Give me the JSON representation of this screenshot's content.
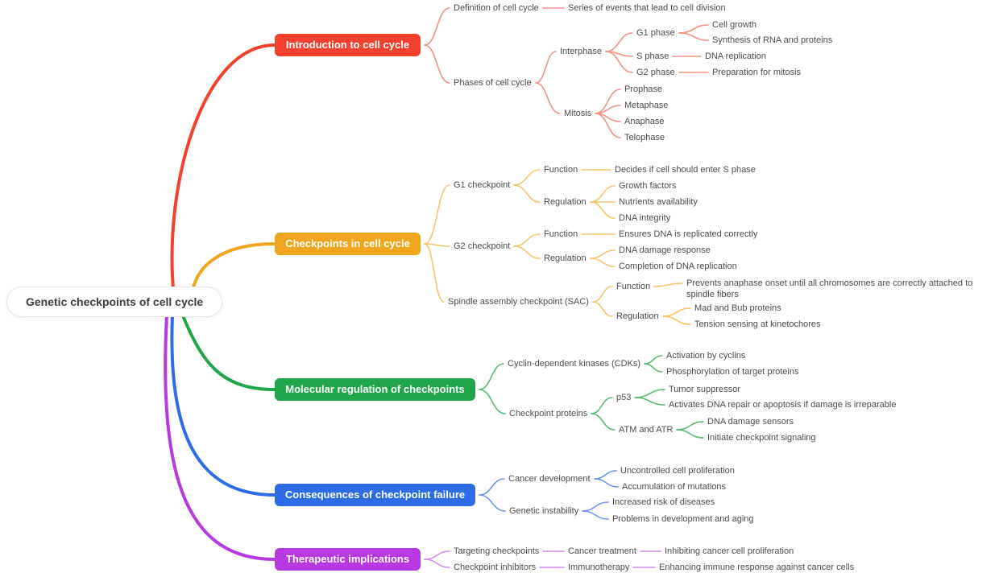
{
  "root": {
    "label": "Genetic checkpoints of cell cycle"
  },
  "branches": [
    {
      "label": "Introduction to cell cycle",
      "color": "#f3412e",
      "line": "#f29184",
      "children": [
        {
          "label": "Definition of cell cycle",
          "children": [
            {
              "label": "Series of events that lead to cell division"
            }
          ]
        },
        {
          "label": "Phases of cell cycle",
          "children": [
            {
              "label": "Interphase",
              "children": [
                {
                  "label": "G1 phase",
                  "children": [
                    {
                      "label": "Cell growth"
                    },
                    {
                      "label": "Synthesis of RNA and proteins"
                    }
                  ]
                },
                {
                  "label": "S phase",
                  "children": [
                    {
                      "label": "DNA replication"
                    }
                  ]
                },
                {
                  "label": "G2 phase",
                  "children": [
                    {
                      "label": "Preparation for mitosis"
                    }
                  ]
                }
              ]
            },
            {
              "label": "Mitosis",
              "children": [
                {
                  "label": "Prophase"
                },
                {
                  "label": "Metaphase"
                },
                {
                  "label": "Anaphase"
                },
                {
                  "label": "Telophase"
                }
              ]
            }
          ]
        }
      ]
    },
    {
      "label": "Checkpoints in cell cycle",
      "color": "#f0a51f",
      "line": "#f5c468",
      "children": [
        {
          "label": "G1 checkpoint",
          "children": [
            {
              "label": "Function",
              "children": [
                {
                  "label": "Decides if cell should enter S phase"
                }
              ]
            },
            {
              "label": "Regulation",
              "children": [
                {
                  "label": "Growth factors"
                },
                {
                  "label": "Nutrients availability"
                },
                {
                  "label": "DNA integrity"
                }
              ]
            }
          ]
        },
        {
          "label": "G2 checkpoint",
          "children": [
            {
              "label": "Function",
              "children": [
                {
                  "label": "Ensures DNA is replicated correctly"
                }
              ]
            },
            {
              "label": "Regulation",
              "children": [
                {
                  "label": "DNA damage response"
                },
                {
                  "label": "Completion of DNA replication"
                }
              ]
            }
          ]
        },
        {
          "label": "Spindle assembly checkpoint (SAC)",
          "children": [
            {
              "label": "Function",
              "children": [
                {
                  "label": "Prevents anaphase onset until all chromosomes are correctly attached to spindle fibers"
                }
              ]
            },
            {
              "label": "Regulation",
              "children": [
                {
                  "label": "Mad and Bub proteins"
                },
                {
                  "label": "Tension sensing at kinetochores"
                }
              ]
            }
          ]
        }
      ]
    },
    {
      "label": "Molecular regulation of checkpoints",
      "color": "#21a54a",
      "line": "#5bbb75",
      "children": [
        {
          "label": "Cyclin-dependent kinases (CDKs)",
          "children": [
            {
              "label": "Activation by cyclins"
            },
            {
              "label": "Phosphorylation of target proteins"
            }
          ]
        },
        {
          "label": "Checkpoint proteins",
          "children": [
            {
              "label": "p53",
              "children": [
                {
                  "label": "Tumor suppressor"
                },
                {
                  "label": "Activates DNA repair or apoptosis if damage is irreparable"
                }
              ]
            },
            {
              "label": "ATM and ATR",
              "children": [
                {
                  "label": "DNA damage sensors"
                },
                {
                  "label": "Initiate checkpoint signaling"
                }
              ]
            }
          ]
        }
      ]
    },
    {
      "label": "Consequences of checkpoint failure",
      "color": "#2e6ce6",
      "line": "#6d95ec",
      "children": [
        {
          "label": "Cancer development",
          "children": [
            {
              "label": "Uncontrolled cell proliferation"
            },
            {
              "label": "Accumulation of mutations"
            }
          ]
        },
        {
          "label": "Genetic instability",
          "children": [
            {
              "label": "Increased risk of diseases"
            },
            {
              "label": "Problems in development and aging"
            }
          ]
        }
      ]
    },
    {
      "label": "Therapeutic implications",
      "color": "#b838e2",
      "line": "#d288ef",
      "children": [
        {
          "label": "Targeting checkpoints",
          "children": [
            {
              "label": "Cancer treatment",
              "children": [
                {
                  "label": "Inhibiting cancer cell proliferation"
                }
              ]
            }
          ]
        },
        {
          "label": "Checkpoint inhibitors",
          "children": [
            {
              "label": "Immunotherapy",
              "children": [
                {
                  "label": "Enhancing immune response against cancer cells"
                }
              ]
            }
          ]
        }
      ]
    }
  ]
}
